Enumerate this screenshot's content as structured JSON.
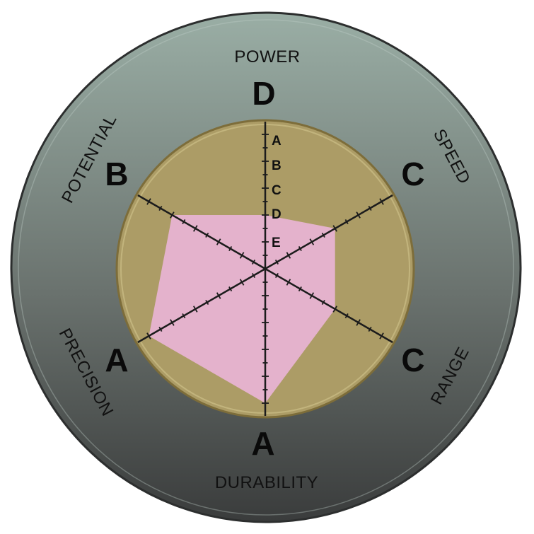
{
  "chart_data": {
    "type": "radar",
    "title": "",
    "scale": [
      "A",
      "B",
      "C",
      "D",
      "E"
    ],
    "axes": [
      {
        "name": "POWER",
        "grade": "D",
        "value": "D"
      },
      {
        "name": "SPEED",
        "grade": "C",
        "value": "C"
      },
      {
        "name": "RANGE",
        "grade": "C",
        "value": "C"
      },
      {
        "name": "DURABILITY",
        "grade": "A",
        "value": "A"
      },
      {
        "name": "PRECISION",
        "grade": "A",
        "value": "A"
      },
      {
        "name": "POTENTIAL",
        "grade": "B",
        "value": "B"
      }
    ]
  },
  "colors": {
    "outer_ring_top": "#9aaea5",
    "outer_ring_bottom": "#3a3c3c",
    "inner_disc": "#ac9c66",
    "inner_rim": "#7d6d3a",
    "polygon_fill": "#e4b2cc",
    "axis_line": "#1c1c1c"
  }
}
